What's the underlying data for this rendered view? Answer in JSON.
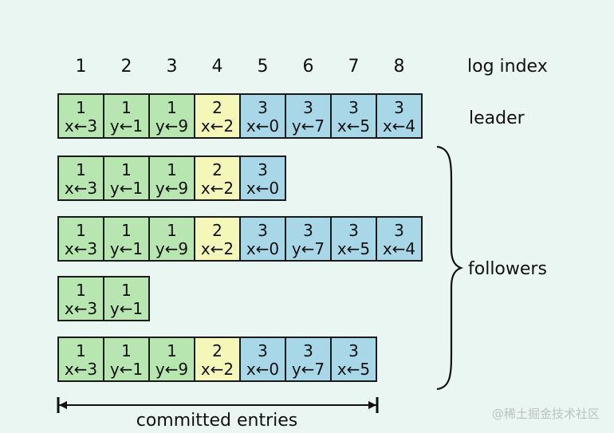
{
  "labels": {
    "log_index": "log index",
    "leader": "leader",
    "followers": "followers",
    "committed_entries": "committed entries"
  },
  "indices": [
    "1",
    "2",
    "3",
    "4",
    "5",
    "6",
    "7",
    "8"
  ],
  "colors": {
    "term1": "#b8e6b0",
    "term2": "#f5f7b8",
    "term3": "#a8d8e8",
    "border": "#1a1a1a",
    "background": "#eaf6f2"
  },
  "logs": [
    {
      "role": "leader",
      "entries": [
        {
          "term": "1",
          "cmd": "x←3"
        },
        {
          "term": "1",
          "cmd": "y←1"
        },
        {
          "term": "1",
          "cmd": "y←9"
        },
        {
          "term": "2",
          "cmd": "x←2"
        },
        {
          "term": "3",
          "cmd": "x←0"
        },
        {
          "term": "3",
          "cmd": "y←7"
        },
        {
          "term": "3",
          "cmd": "x←5"
        },
        {
          "term": "3",
          "cmd": "x←4"
        }
      ]
    },
    {
      "role": "follower",
      "entries": [
        {
          "term": "1",
          "cmd": "x←3"
        },
        {
          "term": "1",
          "cmd": "y←1"
        },
        {
          "term": "1",
          "cmd": "y←9"
        },
        {
          "term": "2",
          "cmd": "x←2"
        },
        {
          "term": "3",
          "cmd": "x←0"
        }
      ]
    },
    {
      "role": "follower",
      "entries": [
        {
          "term": "1",
          "cmd": "x←3"
        },
        {
          "term": "1",
          "cmd": "y←1"
        },
        {
          "term": "1",
          "cmd": "y←9"
        },
        {
          "term": "2",
          "cmd": "x←2"
        },
        {
          "term": "3",
          "cmd": "x←0"
        },
        {
          "term": "3",
          "cmd": "y←7"
        },
        {
          "term": "3",
          "cmd": "x←5"
        },
        {
          "term": "3",
          "cmd": "x←4"
        }
      ]
    },
    {
      "role": "follower",
      "entries": [
        {
          "term": "1",
          "cmd": "x←3"
        },
        {
          "term": "1",
          "cmd": "y←1"
        }
      ]
    },
    {
      "role": "follower",
      "entries": [
        {
          "term": "1",
          "cmd": "x←3"
        },
        {
          "term": "1",
          "cmd": "y←1"
        },
        {
          "term": "1",
          "cmd": "y←9"
        },
        {
          "term": "2",
          "cmd": "x←2"
        },
        {
          "term": "3",
          "cmd": "x←0"
        },
        {
          "term": "3",
          "cmd": "y←7"
        },
        {
          "term": "3",
          "cmd": "x←5"
        }
      ]
    }
  ],
  "committed_count": 7,
  "watermark": "@稀土掘金技术社区"
}
